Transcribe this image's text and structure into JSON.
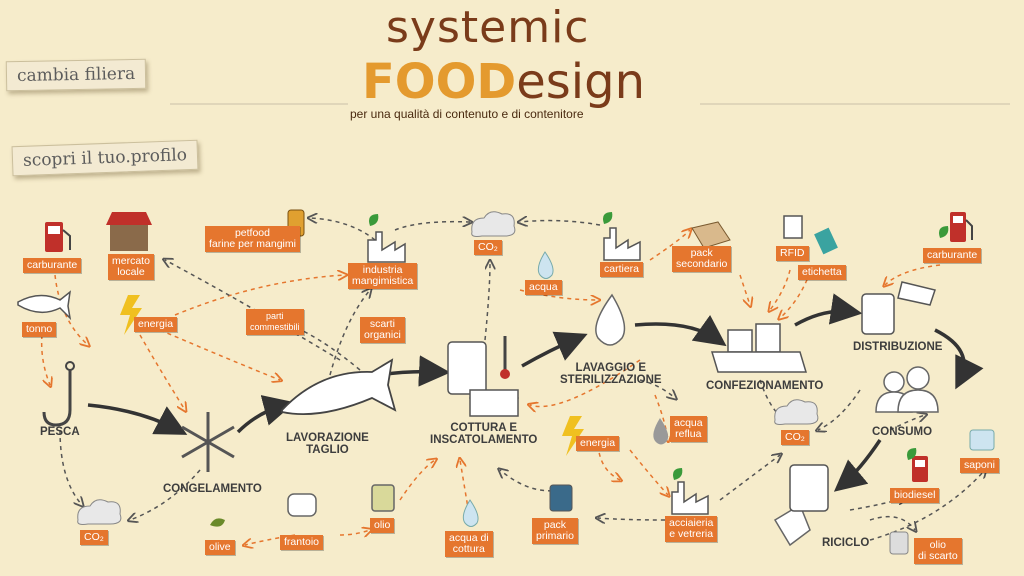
{
  "header": {
    "title_line1": "systemic",
    "title_food": "FOOD",
    "title_rest": "esign",
    "subtitle": "per una qualità di contenuto e di contenitore"
  },
  "nav": {
    "change_chain": "cambia filiera",
    "discover_profile": "scopri il tuo.profilo"
  },
  "stages": {
    "pesca": "PESCA",
    "congelamento": "CONGELAMENTO",
    "lavorazione": "LAVORAZIONE\nTAGLIO",
    "cottura": "COTTURA E\nINSCATOLAMENTO",
    "lavaggio": "LAVAGGIO E\nSTERILIZZAZIONE",
    "confezionamento": "CONFEZIONAMENTO",
    "distribuzione": "DISTRIBUZIONE",
    "consumo": "CONSUMO",
    "riciclo": "RICICLO"
  },
  "tags": {
    "carburante_left": "carburante",
    "tonno": "tonno",
    "mercato_locale": "mercato\nlocale",
    "energia_left": "energia",
    "petfood": "petfood\nfarine per mangimi",
    "parti_commestibili": "parti\ncommestibili",
    "industria_mangimistica": "industria\nmangimistica",
    "scarti_organici": "scarti\norganici",
    "co2_top": "CO₂",
    "acqua": "acqua",
    "cartiera": "cartiera",
    "pack_secondario": "pack\nsecondario",
    "rfid": "RFID",
    "etichetta": "etichetta",
    "carburante_right": "carburante",
    "acqua_reflua": "acqua\nreflua",
    "energia_mid": "energia",
    "co2_mid": "CO₂",
    "co2_left": "CO₂",
    "olive": "olive",
    "frantoio": "frantoio",
    "olio": "olio",
    "acqua_cottura": "acqua di\ncottura",
    "pack_primario": "pack\nprimario",
    "acciaieria": "acciaieria\ne vetreria",
    "biodiesel": "biodiesel",
    "saponi": "saponi",
    "olio_scarto": "olio\ndi scarto"
  },
  "colors": {
    "tag_orange": "#e5762e",
    "title_brown": "#7a3b1a",
    "food_orange": "#e49a2e",
    "background": "#f6eccb",
    "arrow_dark": "#3a3a3a"
  }
}
